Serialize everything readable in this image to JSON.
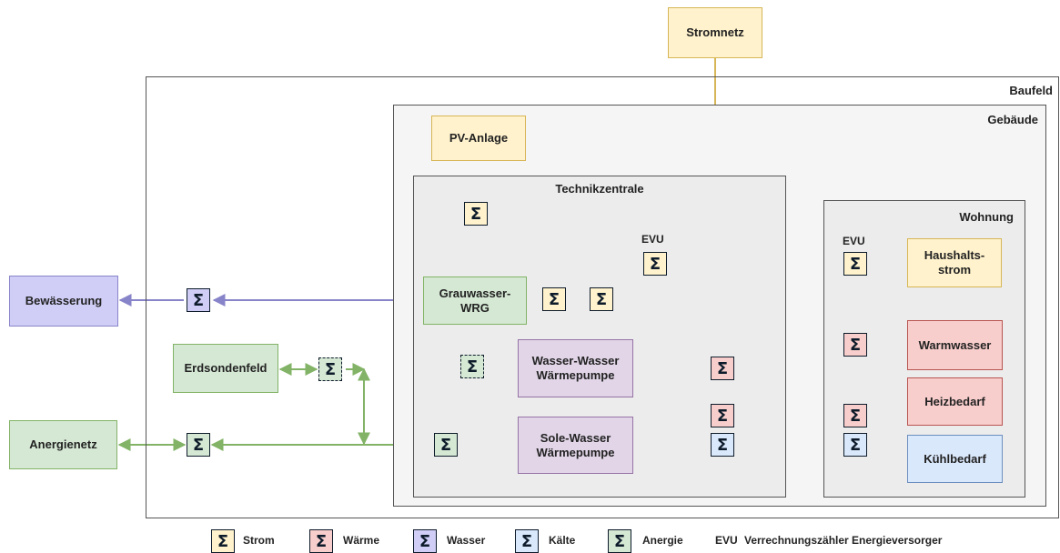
{
  "regions": {
    "baufeld": "Baufeld",
    "gebaeude": "Gebäude",
    "technikzentrale": "Technikzentrale",
    "wohnung": "Wohnung"
  },
  "nodes": {
    "stromnetz": "Stromnetz",
    "pv_anlage": "PV-Anlage",
    "haushaltsstrom": "Haushalts-\nstrom",
    "bewaesserung": "Bewässerung",
    "grauwasser_wrg": "Grauwasser-\nWRG",
    "erdsondenfeld": "Erdsondenfeld",
    "anergienetz": "Anergienetz",
    "wasser_wp": "Wasser-Wasser\nWärmepumpe",
    "sole_wp": "Sole-Wasser\nWärmepumpe",
    "warmwasser": "Warmwasser",
    "heizbedarf": "Heizbedarf",
    "kuehlbedarf": "Kühlbedarf"
  },
  "meter_symbol": "Σ",
  "meter_labels": {
    "evu_central": "EVU",
    "evu_wohnung": "EVU"
  },
  "legend": {
    "strom": "Strom",
    "waerme": "Wärme",
    "wasser": "Wasser",
    "kaelte": "Kälte",
    "anergie": "Anergie",
    "evu_abbr": "EVU",
    "evu_desc": "Verrechnungszähler Energieversorger"
  },
  "colors": {
    "strom": "#d6b656",
    "waerme": "#b85450",
    "wasser": "#8884c9",
    "kaelte": "#6c8ebf",
    "anergie": "#82b366"
  }
}
